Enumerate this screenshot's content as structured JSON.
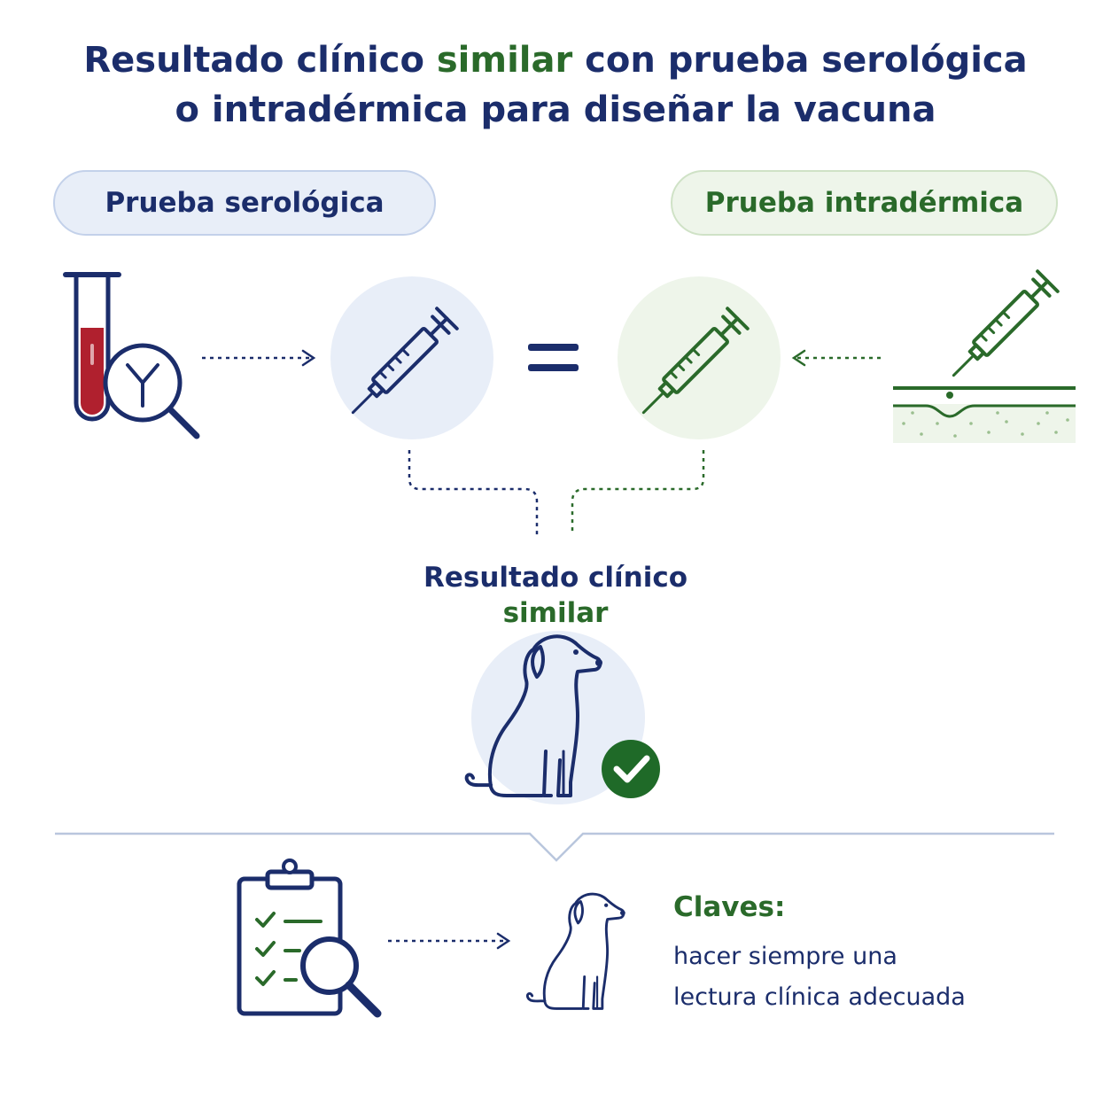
{
  "title": {
    "line1_before": "Resultado clínico ",
    "line1_accent": "similar",
    "line1_after": " con prueba serológica",
    "line2": "o intradérmica para diseñar la vacuna"
  },
  "tests": {
    "serological": "Prueba serológica",
    "intradermal": "Prueba intradérmica"
  },
  "result": {
    "line1": "Resultado clínico",
    "line2": "similar"
  },
  "keys": {
    "title": "Claves:",
    "line1": "hacer siempre una",
    "line2": "lectura clínica adecuada"
  },
  "icons": [
    "test-tube-icon",
    "antibody-magnifier-icon",
    "syringe-icon",
    "equals-icon",
    "skin-injection-icon",
    "dog-icon",
    "check-badge-icon",
    "clipboard-checklist-icon"
  ],
  "colors": {
    "navy": "#1b2d6b",
    "green": "#2a6a2a",
    "blood": "#b0202e",
    "blue_bg": "#e8eef8",
    "green_bg": "#eef5ea"
  }
}
